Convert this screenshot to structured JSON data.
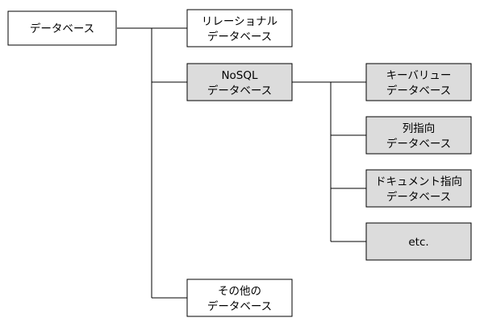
{
  "colors": {
    "box_border": "#000000",
    "box_white": "#ffffff",
    "box_gray": "#dcdcdc",
    "connector": "#000000"
  },
  "nodes": {
    "root": {
      "line1": "データベース"
    },
    "relational": {
      "line1": "リレーショナル",
      "line2": "データベース"
    },
    "nosql": {
      "line1": "NoSQL",
      "line2": "データベース"
    },
    "other": {
      "line1": "その他の",
      "line2": "データベース"
    },
    "keyvalue": {
      "line1": "キーバリュー",
      "line2": "データベース"
    },
    "column": {
      "line1": "列指向",
      "line2": "データベース"
    },
    "document": {
      "line1": "ドキュメント指向",
      "line2": "データベース"
    },
    "etc": {
      "line1": "etc."
    }
  }
}
